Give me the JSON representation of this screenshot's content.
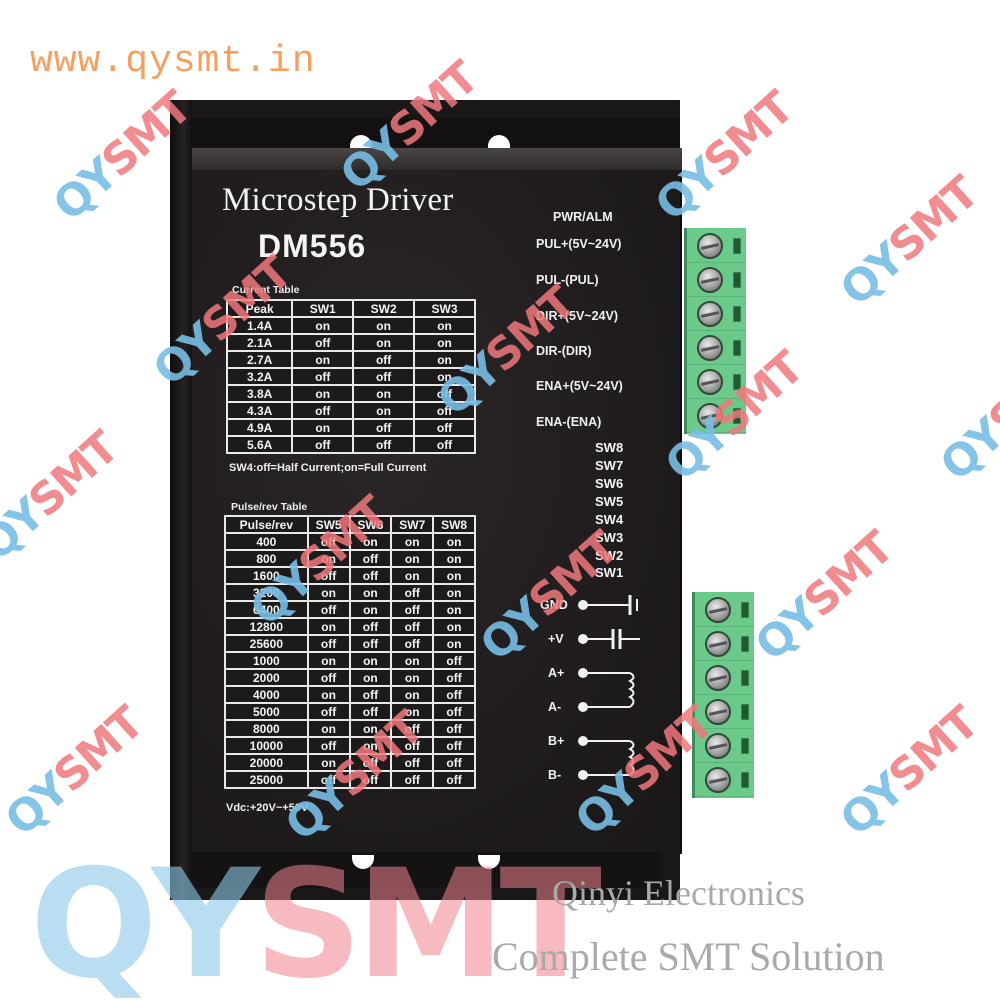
{
  "header": {
    "website": "www.qysmt.in"
  },
  "device": {
    "title": "Microstep Driver",
    "model": "DM556",
    "supply_note": "Vdc:+20V~+50V"
  },
  "current_table": {
    "caption": "Current Table",
    "columns": [
      "Peak",
      "SW1",
      "SW2",
      "SW3"
    ],
    "rows": [
      [
        "1.4A",
        "on",
        "on",
        "on"
      ],
      [
        "2.1A",
        "off",
        "on",
        "on"
      ],
      [
        "2.7A",
        "on",
        "off",
        "on"
      ],
      [
        "3.2A",
        "off",
        "off",
        "on"
      ],
      [
        "3.8A",
        "on",
        "on",
        "off"
      ],
      [
        "4.3A",
        "off",
        "on",
        "off"
      ],
      [
        "4.9A",
        "on",
        "off",
        "off"
      ],
      [
        "5.6A",
        "off",
        "off",
        "off"
      ]
    ],
    "note": "SW4:off=Half Current;on=Full Current"
  },
  "pulse_table": {
    "caption": "Pulse/rev Table",
    "columns": [
      "Pulse/rev",
      "SW5",
      "SW6",
      "SW7",
      "SW8"
    ],
    "rows": [
      [
        "400",
        "off",
        "on",
        "on",
        "on"
      ],
      [
        "800",
        "on",
        "off",
        "on",
        "on"
      ],
      [
        "1600",
        "off",
        "off",
        "on",
        "on"
      ],
      [
        "3200",
        "on",
        "on",
        "off",
        "on"
      ],
      [
        "6400",
        "off",
        "on",
        "off",
        "on"
      ],
      [
        "12800",
        "on",
        "off",
        "off",
        "on"
      ],
      [
        "25600",
        "off",
        "off",
        "off",
        "on"
      ],
      [
        "1000",
        "on",
        "on",
        "on",
        "off"
      ],
      [
        "2000",
        "off",
        "on",
        "on",
        "off"
      ],
      [
        "4000",
        "on",
        "off",
        "on",
        "off"
      ],
      [
        "5000",
        "off",
        "off",
        "on",
        "off"
      ],
      [
        "8000",
        "on",
        "on",
        "off",
        "off"
      ],
      [
        "10000",
        "off",
        "on",
        "off",
        "off"
      ],
      [
        "20000",
        "on",
        "off",
        "off",
        "off"
      ],
      [
        "25000",
        "off",
        "off",
        "off",
        "off"
      ]
    ]
  },
  "control_signals": {
    "status_label": "PWR/ALM",
    "terminals": [
      "PUL+(5V~24V)",
      "PUL-(PUL)",
      "DIR+(5V~24V)",
      "DIR-(DIR)",
      "ENA+(5V~24V)",
      "ENA-(ENA)"
    ]
  },
  "dip_switches": [
    "SW8",
    "SW7",
    "SW6",
    "SW5",
    "SW4",
    "SW3",
    "SW2",
    "SW1"
  ],
  "power_motor": {
    "terminals": [
      "GND",
      "+V",
      "A+",
      "A-",
      "B+",
      "B-"
    ]
  },
  "branding": {
    "logo_blue": "QY",
    "logo_red": "SMT",
    "company": "Qinyi Electronics",
    "tagline": "Complete SMT Solution",
    "colors": {
      "blue": "#78bee4",
      "red": "#ee787d",
      "url": "#f4a060",
      "terminal_green": "#6bc98a"
    }
  }
}
